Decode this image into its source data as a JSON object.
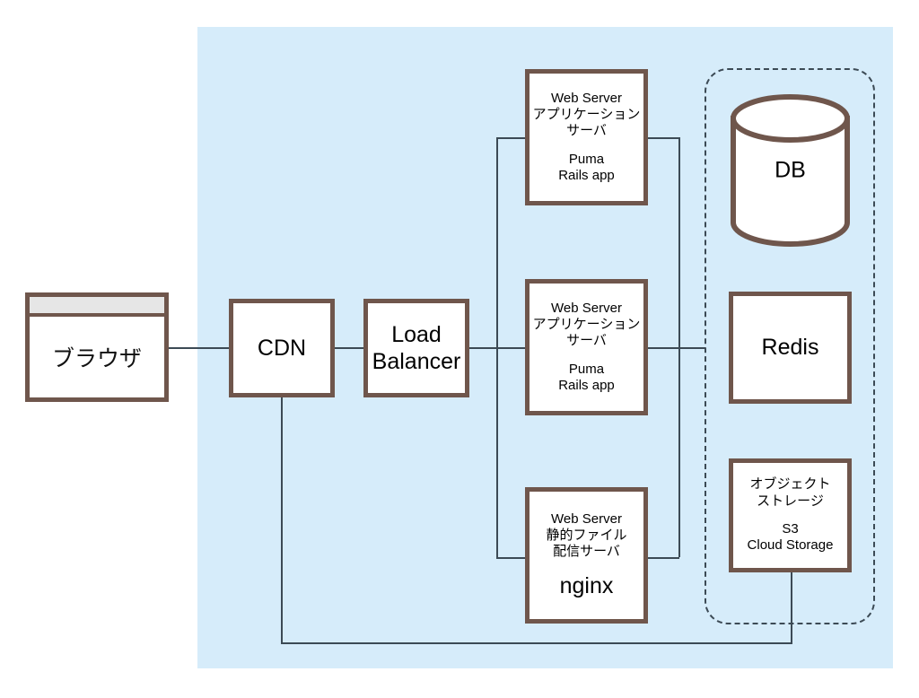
{
  "diagram": {
    "title": "Web application infrastructure diagram",
    "colors": {
      "region_background": "#d6ecfa",
      "node_border": "#6f564c",
      "node_fill": "#ffffff",
      "connector": "#3c4a55",
      "group_dashed_border": "#3c4a55",
      "browser_titlebar": "#e6e6e6",
      "page_background": "#ffffff"
    },
    "nodes": {
      "browser": {
        "label": "ブラウザ",
        "shape": "browser-window"
      },
      "cdn": {
        "label": "CDN",
        "shape": "rectangle"
      },
      "load_balancer": {
        "label_line1": "Load",
        "label_line2": "Balancer",
        "shape": "rectangle"
      },
      "app_server_top": {
        "role_line1": "Web Server",
        "role_line2": "アプリケーション",
        "role_line3": "サーバ",
        "tech_line1": "Puma",
        "tech_line2": "Rails app",
        "shape": "rectangle"
      },
      "app_server_middle": {
        "role_line1": "Web Server",
        "role_line2": "アプリケーション",
        "role_line3": "サーバ",
        "tech_line1": "Puma",
        "tech_line2": "Rails app",
        "shape": "rectangle"
      },
      "static_server": {
        "role_line1": "Web Server",
        "role_line2": "静的ファイル",
        "role_line3": "配信サーバ",
        "tech_line1": "nginx",
        "shape": "rectangle"
      },
      "database": {
        "label": "DB",
        "shape": "cylinder"
      },
      "redis": {
        "label": "Redis",
        "shape": "rectangle"
      },
      "object_storage": {
        "role_line1": "オブジェクト",
        "role_line2": "ストレージ",
        "tech_line1": "S3",
        "tech_line2": "Cloud Storage",
        "shape": "rectangle"
      }
    },
    "edges": [
      {
        "from": "browser",
        "to": "cdn"
      },
      {
        "from": "cdn",
        "to": "load_balancer"
      },
      {
        "from": "load_balancer",
        "to": "app_server_top"
      },
      {
        "from": "load_balancer",
        "to": "app_server_middle"
      },
      {
        "from": "load_balancer",
        "to": "static_server"
      },
      {
        "from": "app_server_top",
        "to": "managed_services"
      },
      {
        "from": "app_server_middle",
        "to": "managed_services"
      },
      {
        "from": "static_server",
        "to": "managed_services"
      },
      {
        "from": "object_storage",
        "to": "cdn"
      }
    ]
  }
}
